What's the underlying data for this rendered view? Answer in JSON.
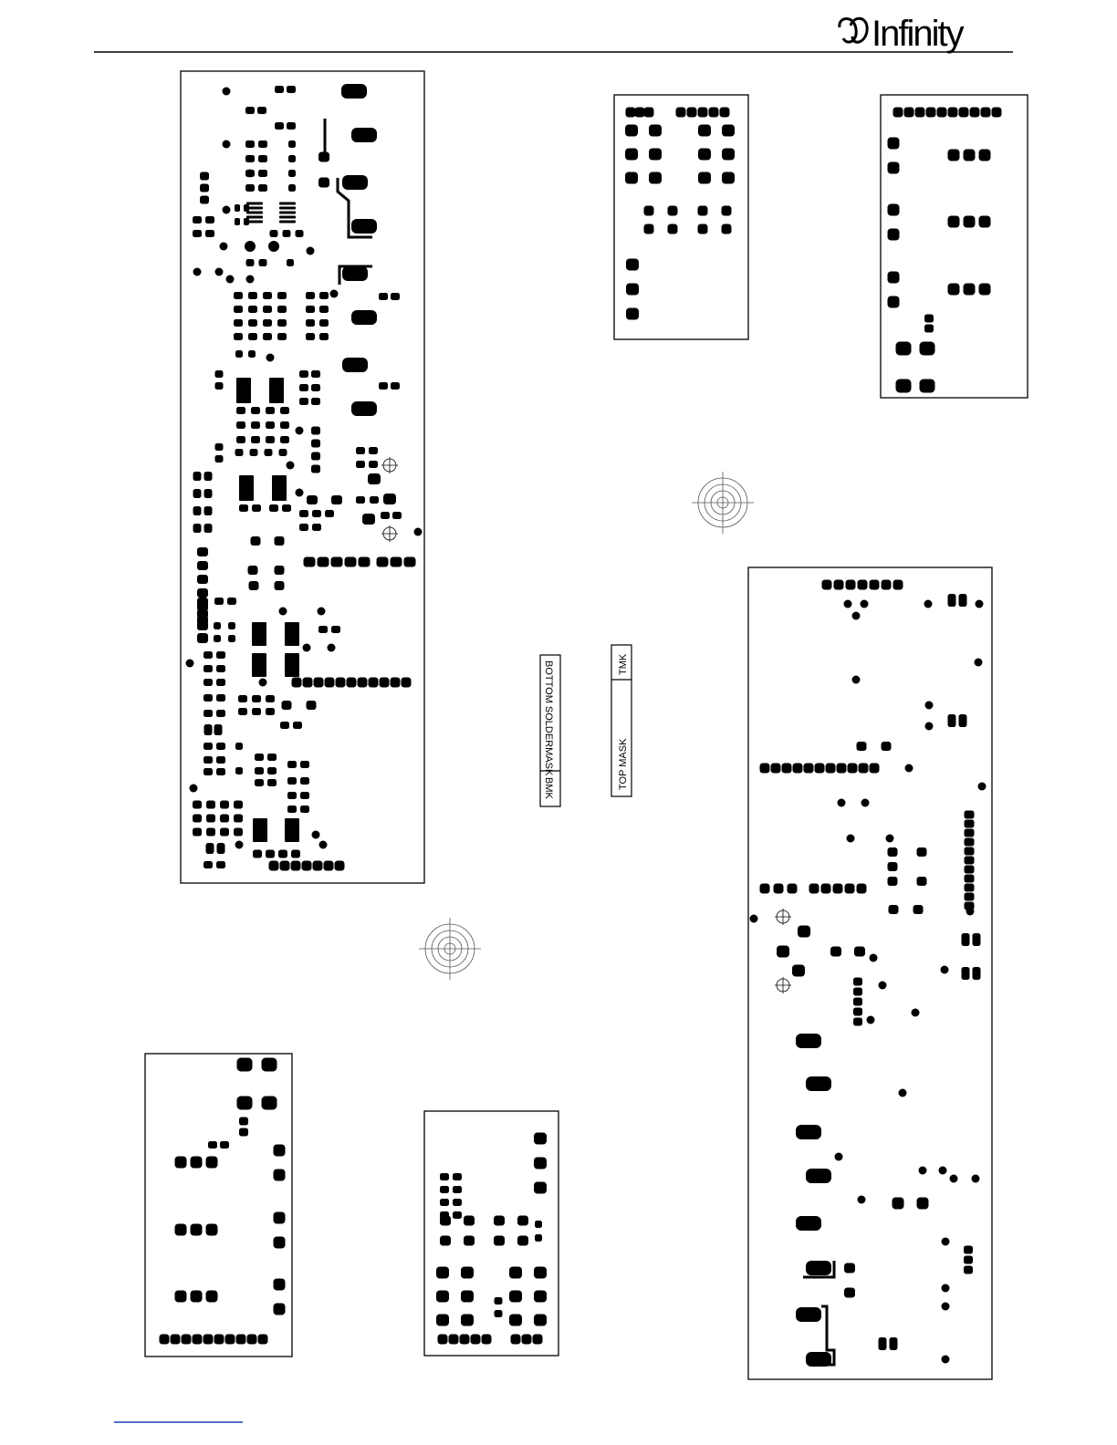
{
  "header": {
    "brand_logo_text": "Infinity"
  },
  "labels": {
    "bottom_soldermask": "BOTTOM SOLDERMASK",
    "bmk": "BMK",
    "top_mask": "TOP MASK",
    "tmk": "TMK"
  },
  "colors": {
    "ink": "#000000",
    "paper": "#ffffff",
    "footer_rule": "#1f3fb8"
  }
}
